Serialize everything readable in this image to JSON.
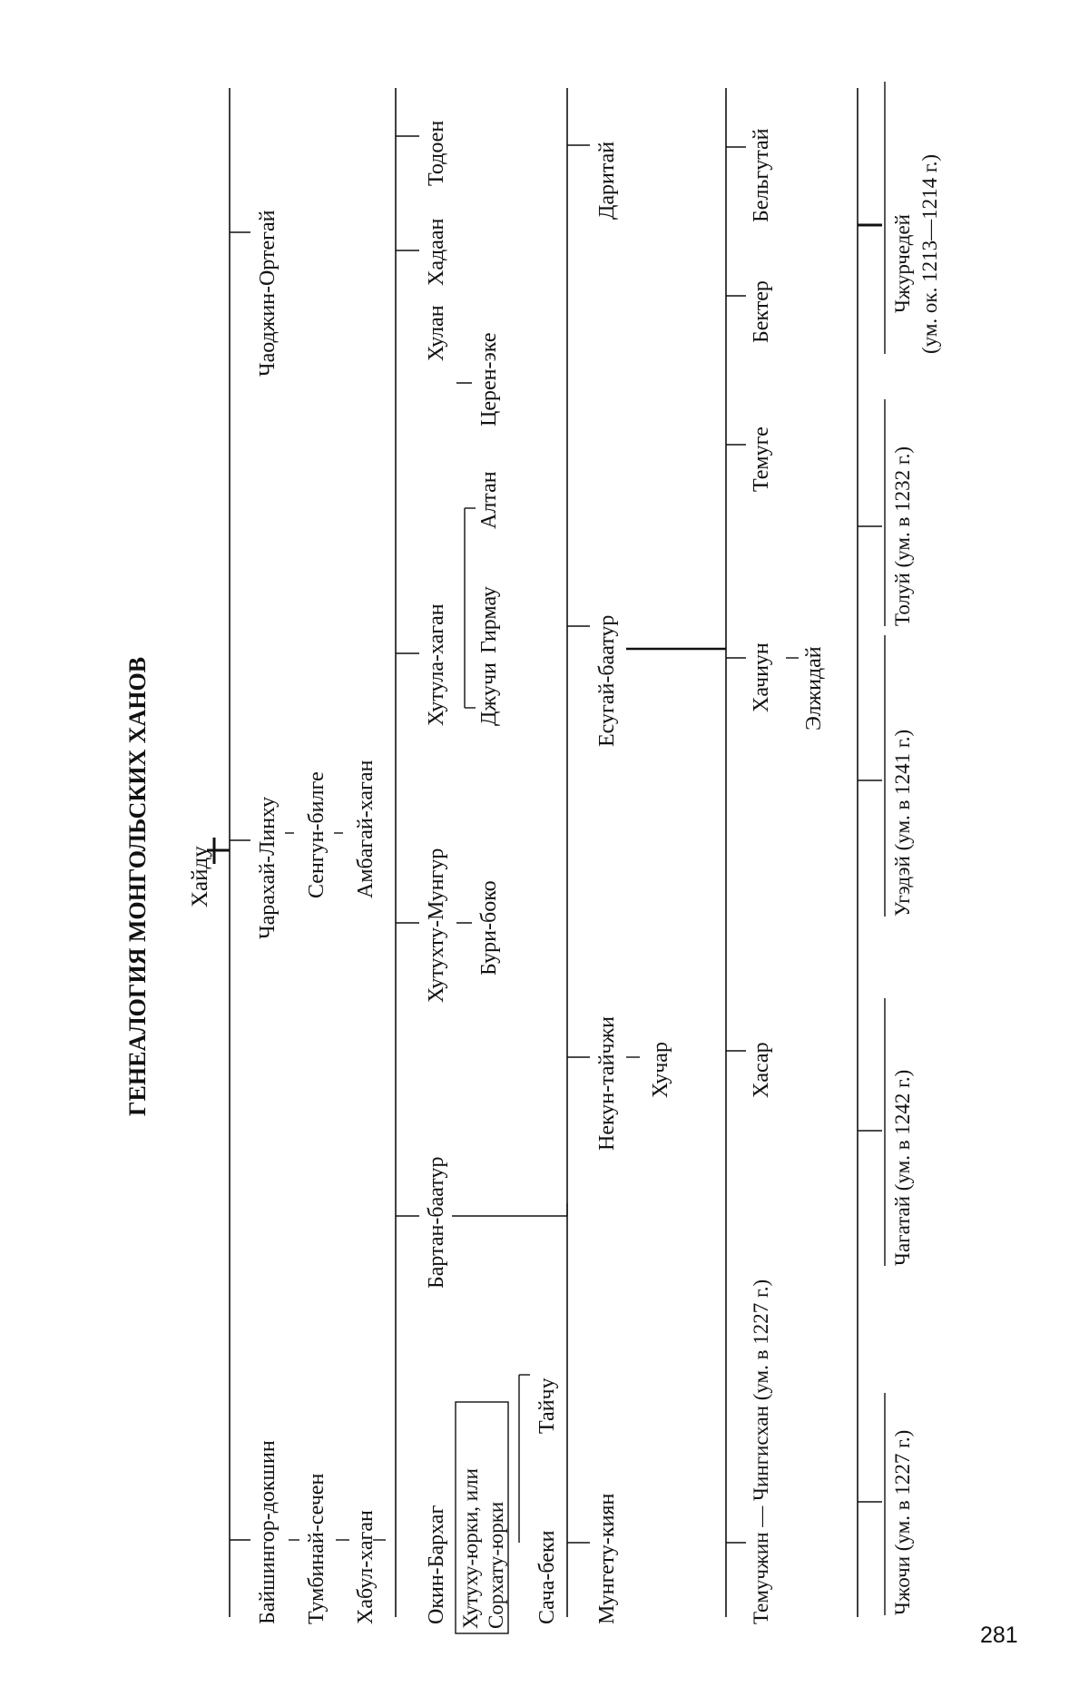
{
  "title": "ГЕНЕАЛОГИЯ МОНГОЛЬСКИХ ХАНОВ",
  "page_number": "281",
  "names": {
    "khaidu": "Хайду",
    "baishingor": "Байшингор-докшин",
    "tumbinai": "Тумбинай-сечен",
    "khabul": "Хабул-хаган",
    "charakhai": "Чарахай-Линху",
    "sengun": "Сенгун-билге",
    "ambagai": "Амбагай-хаган",
    "chaojin": "Чаоджин-Ортегай",
    "okin": "Окин-Бархаг",
    "khutukhu_1": "Хутуху-юрки, или",
    "khutukhu_2": "Сорхату-юрки",
    "sacha": "Сача-беки",
    "taichu": "Тайчу",
    "bartan": "Бартан-баатур",
    "khutukhtu": "Хутухту-Мунгур",
    "buri": "Бури-боко",
    "khutula": "Хутула-хаган",
    "jochi_kh": "Джучи",
    "girmau": "Гирмау",
    "altan": "Алтан",
    "khulan": "Хулан",
    "tseren": "Церен-эке",
    "khadaan": "Хадаан",
    "todoen": "Тодоен",
    "mungetu": "Мунгету-киян",
    "nekun": "Некун-тайчжи",
    "khuchar": "Хучар",
    "yesugai": "Есугай-баатур",
    "daritai": "Даритай",
    "temujin": "Темучжин — Чингисхан (ум. в 1227 г.)",
    "khasar": "Хасар",
    "khachiun": "Хачиун",
    "eljidai": "Элжидай",
    "temuge": "Темуге",
    "bekter": "Бектер",
    "belgutai": "Бельгутай",
    "jochi": "Чжочи (ум. в 1227 г.)",
    "chagatai": "Чагатай (ум. в 1242 г.)",
    "ugedei": "Угэдэй (ум. в 1241 г.)",
    "tolui": "Толуй (ум. в 1232 г.)",
    "jurchedei_1": "Чжурчедей",
    "jurchedei_2": "(ум. ок. 1213—1214 г.)"
  }
}
